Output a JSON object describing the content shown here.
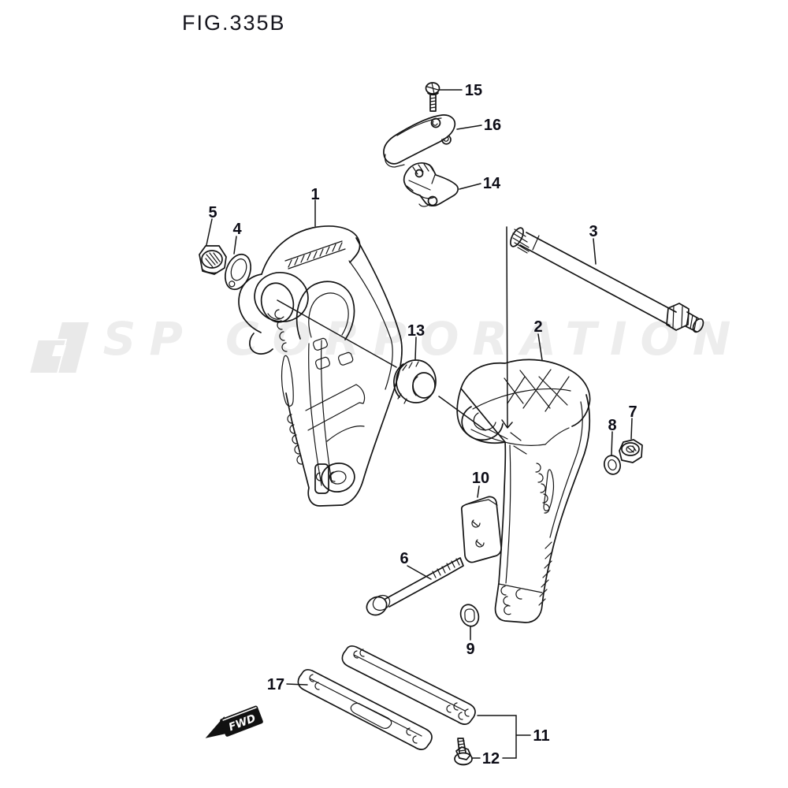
{
  "figure": {
    "title": "FIG.335B"
  },
  "watermark": {
    "text": "JSP CORPORATION",
    "color": "#ededed"
  },
  "orientation": {
    "fwd_label": "FWD"
  },
  "colors": {
    "background": "#ffffff",
    "line": "#141414",
    "label": "#0c0c16",
    "watermark": "#ededed",
    "fwd_bg": "#111111",
    "fwd_text": "#ffffff"
  },
  "parts": [
    {
      "number": "1"
    },
    {
      "number": "2"
    },
    {
      "number": "3"
    },
    {
      "number": "4"
    },
    {
      "number": "5"
    },
    {
      "number": "6"
    },
    {
      "number": "7"
    },
    {
      "number": "8"
    },
    {
      "number": "9"
    },
    {
      "number": "10"
    },
    {
      "number": "11"
    },
    {
      "number": "12"
    },
    {
      "number": "13"
    },
    {
      "number": "14"
    },
    {
      "number": "15"
    },
    {
      "number": "16"
    },
    {
      "number": "17"
    }
  ]
}
